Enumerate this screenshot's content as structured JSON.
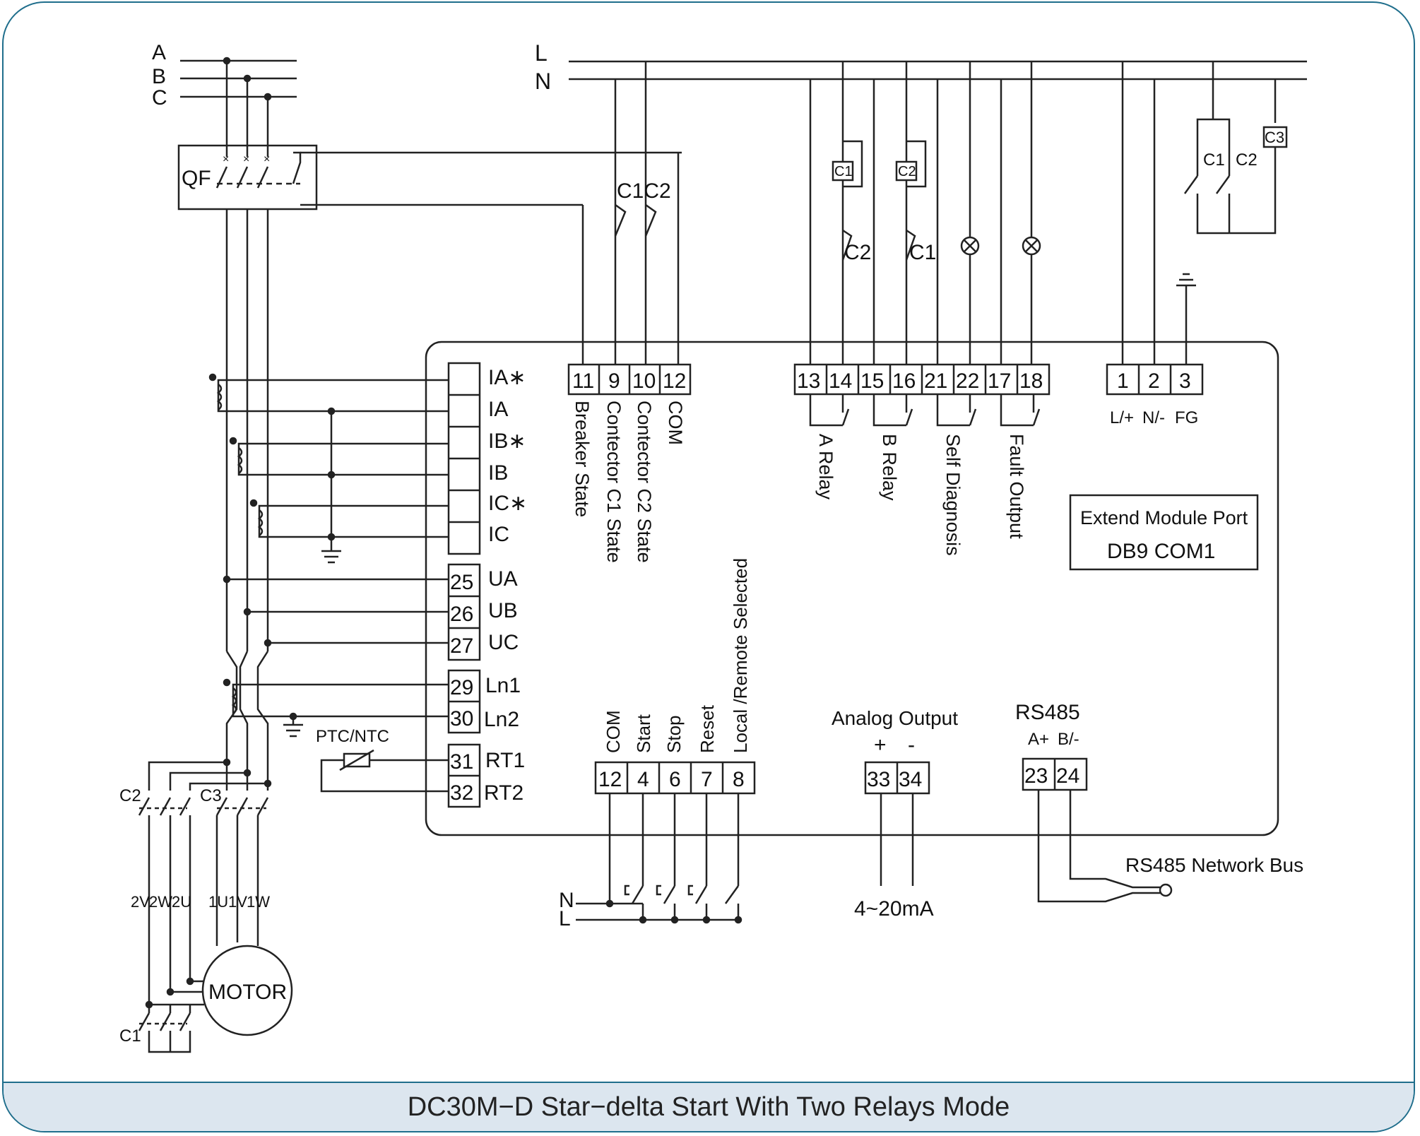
{
  "caption": "DC30M−D Star−delta Start With Two Relays Mode",
  "supply": {
    "phases": [
      "A",
      "B",
      "C"
    ],
    "line": "L",
    "neutral": "N",
    "breaker": "QF"
  },
  "current_inputs": [
    "IA∗",
    "IA",
    "IB∗",
    "IB",
    "IC∗",
    "IC"
  ],
  "voltage_inputs": [
    {
      "num": "25",
      "name": "UA"
    },
    {
      "num": "26",
      "name": "UB"
    },
    {
      "num": "27",
      "name": "UC"
    }
  ],
  "leakage_inputs": [
    {
      "num": "29",
      "name": "Ln1"
    },
    {
      "num": "30",
      "name": "Ln2"
    }
  ],
  "thermal_inputs": [
    {
      "num": "31",
      "name": "RT1"
    },
    {
      "num": "32",
      "name": "RT2"
    }
  ],
  "thermistor_label": "PTC/NTC",
  "status_terminals": {
    "nums": [
      "11",
      "9",
      "10",
      "12"
    ],
    "labels": [
      "Breaker State",
      "Contector C1 State",
      "Contector C2 State",
      "COM"
    ]
  },
  "relay_terminals": {
    "nums": [
      "13",
      "14",
      "15",
      "16",
      "21",
      "22",
      "17",
      "18"
    ],
    "labels": [
      "A Relay",
      "B Relay",
      "Self Diagnosis",
      "Fault Output"
    ]
  },
  "power_terminals": {
    "nums": [
      "1",
      "2",
      "3"
    ],
    "labels": [
      "L/+",
      "N/-",
      "FG"
    ]
  },
  "extend_module": {
    "line1": "Extend Module Port",
    "line2": "DB9 COM1"
  },
  "control_terminals": {
    "nums": [
      "12",
      "4",
      "6",
      "7",
      "8"
    ],
    "labels": [
      "COM",
      "Start",
      "Stop",
      "Reset",
      "Local /Remote Selected"
    ]
  },
  "analog": {
    "title": "Analog Output",
    "plus": "+",
    "minus": "-",
    "nums": [
      "33",
      "34"
    ],
    "range": "4~20mA"
  },
  "rs485": {
    "title": "RS485",
    "a": "A+",
    "b": "B/-",
    "nums": [
      "23",
      "24"
    ],
    "bus": "RS485 Network Bus"
  },
  "contactors": {
    "c1": "C1",
    "c2": "C2",
    "c3": "C3",
    "c1c2": "C1C2"
  },
  "motor": {
    "label": "MOTOR",
    "delta_terms": [
      "2V",
      "2W",
      "2U"
    ],
    "star_terms": [
      "1U",
      "1V",
      "1W"
    ]
  },
  "control_supply": {
    "n": "N",
    "l": "L"
  }
}
